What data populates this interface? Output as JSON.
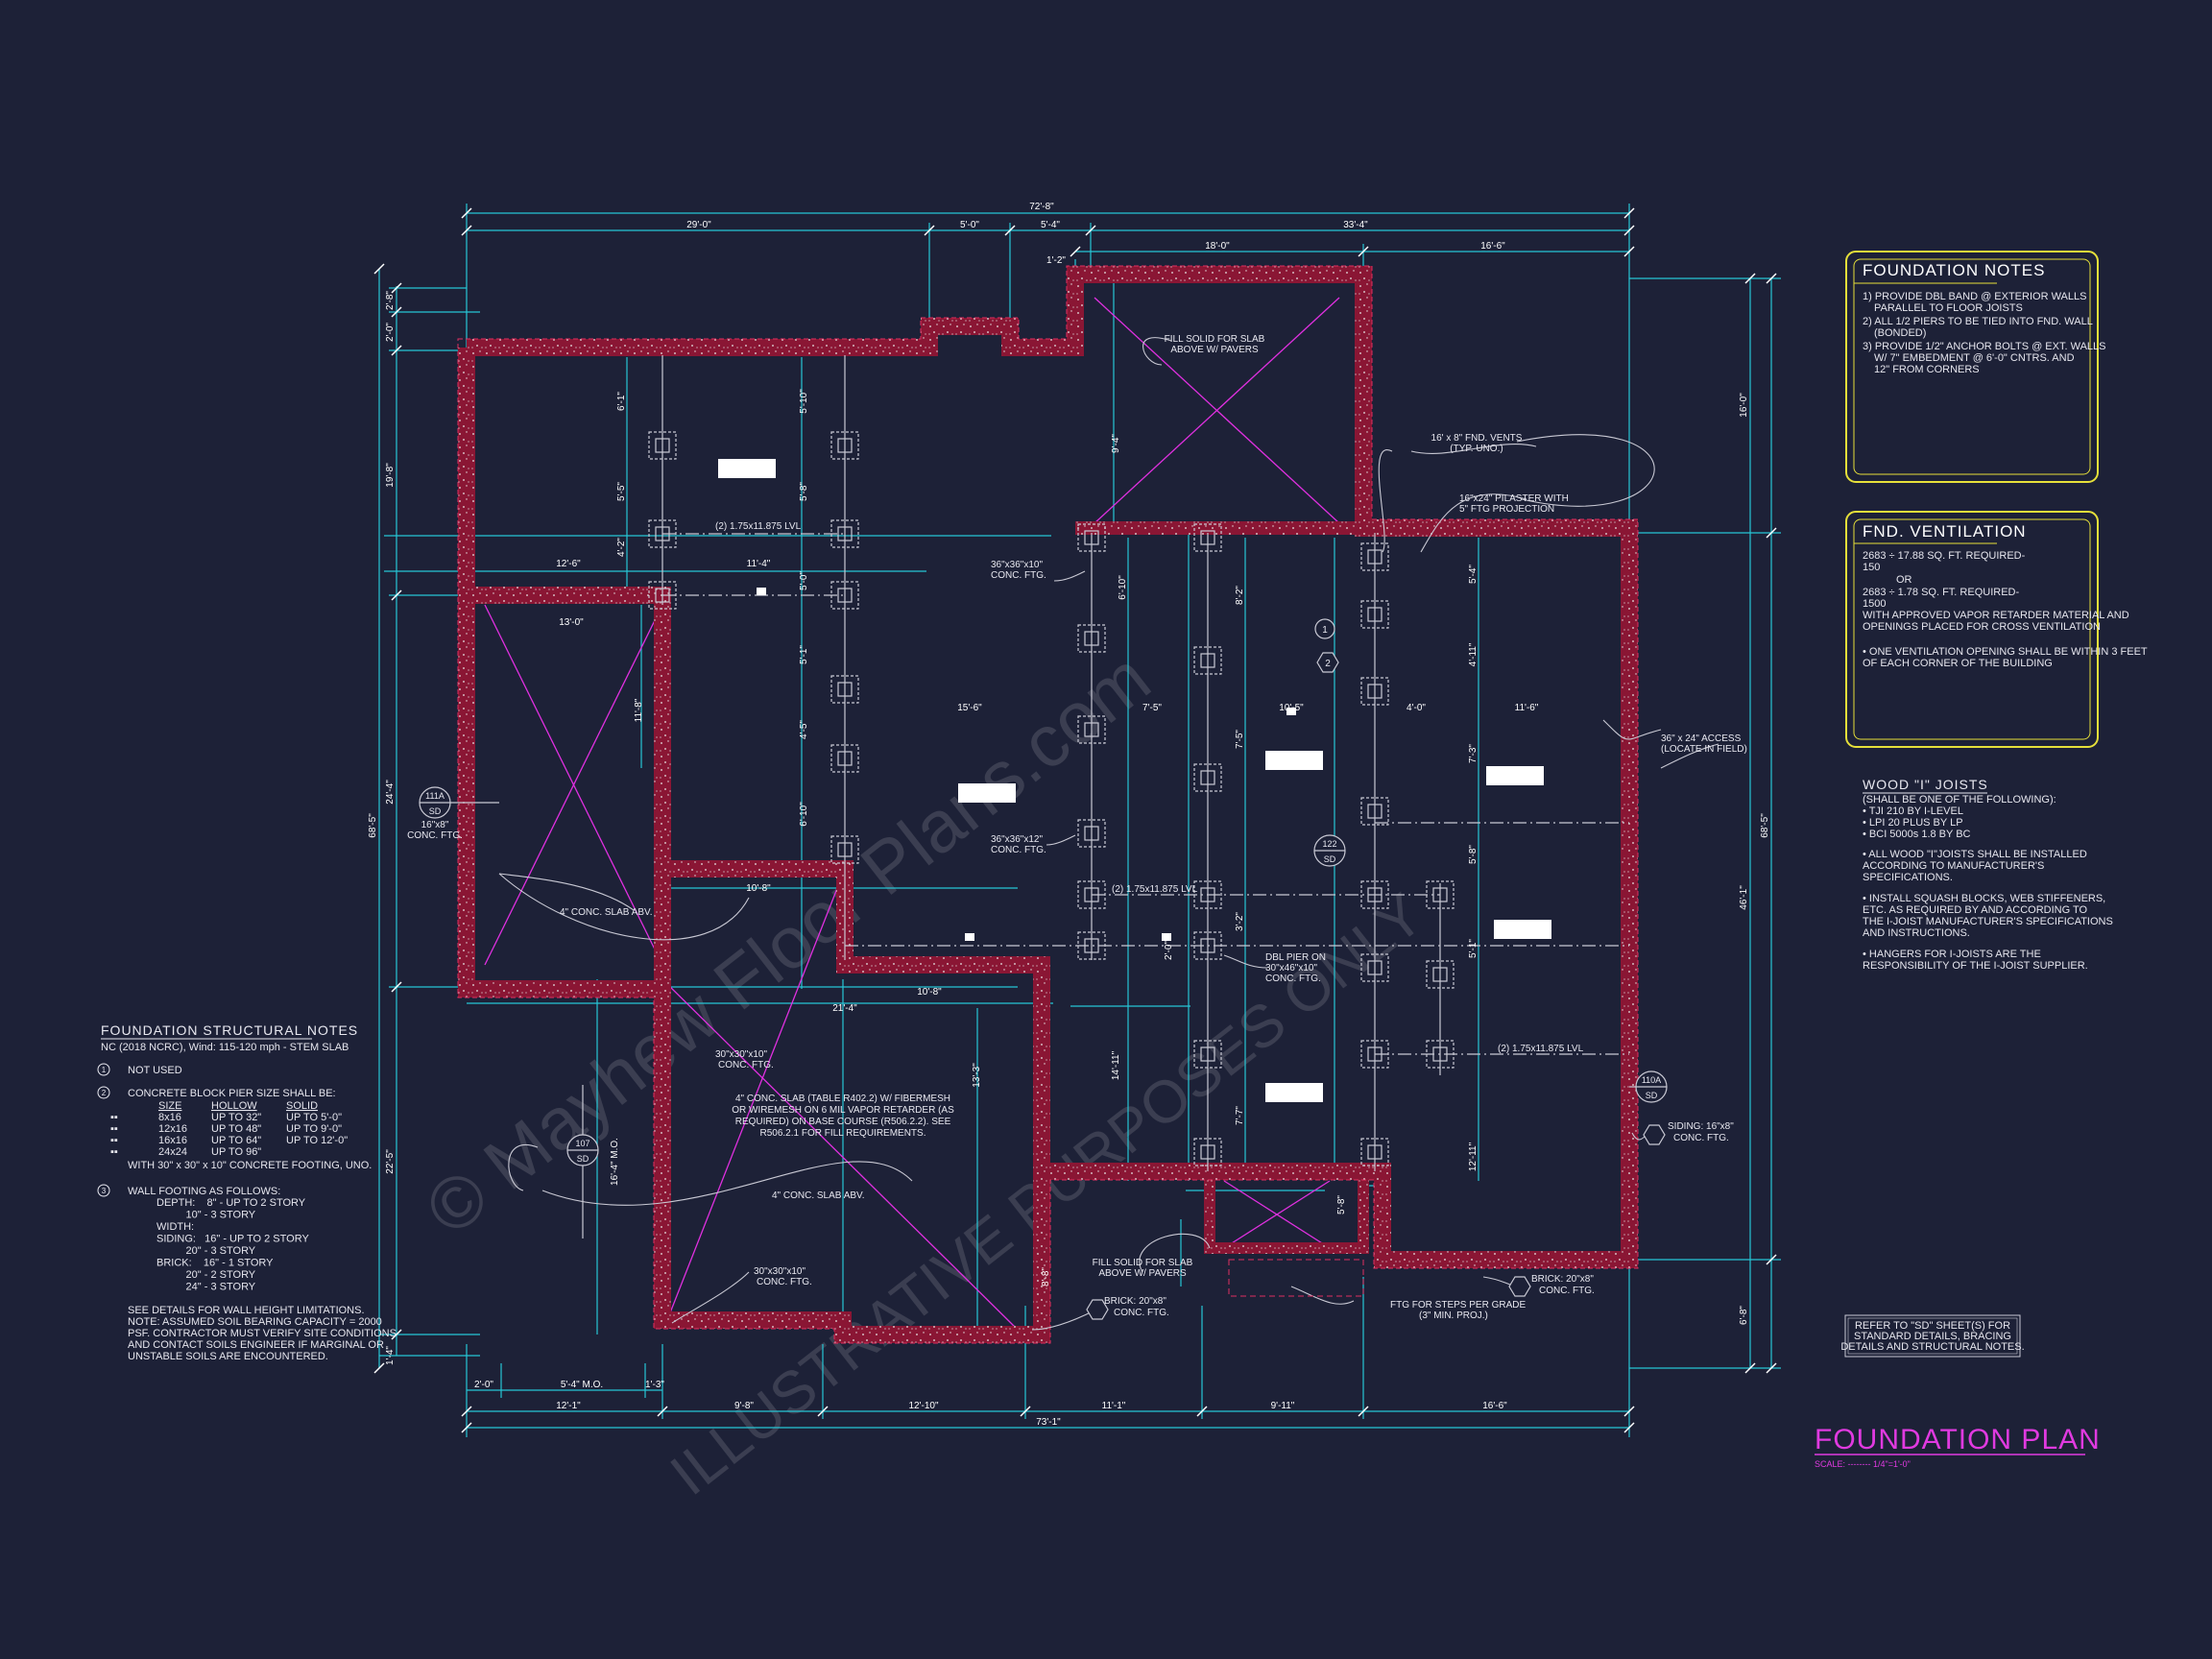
{
  "title": {
    "main": "FOUNDATION PLAN",
    "scale": "SCALE: -------- 1/4\"=1'-0\""
  },
  "watermark": [
    "© Mayhew Floor Plans.com",
    "ILLUSTRATIVE PURPOSES ONLY"
  ],
  "top_dims": {
    "overall": "72'-8\"",
    "row1": [
      "29'-0\"",
      "5'-0\"",
      "5'-4\"",
      "33'-4\""
    ],
    "row2": [
      "18'-0\"",
      "16'-6\""
    ],
    "small": "1'-2\""
  },
  "bottom_dims": {
    "overall": "73'-1\"",
    "row1": [
      "12'-1\"",
      "9'-8\"",
      "12'-10\"",
      "11'-1\"",
      "9'-11\"",
      "16'-6\""
    ],
    "row2": [
      "2'-0\"",
      "5'-4\" M.O.",
      "1'-3\""
    ]
  },
  "left_dims": {
    "overall": "68'-5\"",
    "segs": [
      "2'-8\"",
      "2'-0\"",
      "19'-8\"",
      "24'-4\"",
      "22'-5\"",
      "1'-4\""
    ]
  },
  "right_dims": {
    "overall": "68'-5\"",
    "segs": [
      "16'-0\"",
      "46'-1\"",
      "6'-8\""
    ]
  },
  "interior_dims": [
    "6'-1\"",
    "5'-5\"",
    "4'-2\"",
    "12'-6\"",
    "11'-4\"",
    "5'-10\"",
    "5'-8\"",
    "5'-0\"",
    "5'-1\"",
    "4'-5\"",
    "6'-10\"",
    "15'-6\"",
    "7'-5\"",
    "10'-5\"",
    "4'-0\"",
    "11'-6\"",
    "13'-0\"",
    "11'-8\"",
    "10'-8\"",
    "10'-8\"",
    "21'-4\"",
    "13'-3\"",
    "14'-11\"",
    "8'-2\"",
    "7'-5\"",
    "6'-10\"",
    "5'-4\"",
    "4'-11\"",
    "7'-3\"",
    "5'-8\"",
    "5'-1\"",
    "12'-11\"",
    "7'-7\"",
    "9'-4\"",
    "5'-8\"",
    "16'-4\" M.O.",
    "8'-8\"",
    "2'-0\"",
    "3'-2\""
  ],
  "callouts": {
    "fill_solid_top": [
      "FILL SOLID FOR SLAB",
      "ABOVE W/ PAVERS"
    ],
    "fnd_vents": [
      "16' x 8\" FND. VENTS",
      "(TYP. UNO.)"
    ],
    "pilaster": [
      "16\"x24\" PILASTER WITH",
      "5\" FTG PROJECTION"
    ],
    "lvl_top": "(2) 1.75x11.875 LVL",
    "ftg_36x36x10": [
      "36\"x36\"x10\"",
      "CONC. FTG."
    ],
    "ftg_36x36x12": [
      "36\"x36\"x12\"",
      "CONC. FTG."
    ],
    "lvl_mid": "(2) 1.75x11.875 LVL",
    "lvl_right": "(2) 1.75x11.875 LVL",
    "dbl_pier": [
      "DBL PIER ON",
      "30\"x46\"x10\"",
      "CONC. FTG."
    ],
    "access": [
      "36\" x 24\" ACCESS",
      "(LOCATE IN FIELD)"
    ],
    "ftg_16x8": [
      "16\"x8\"",
      "CONC. FTG."
    ],
    "slab_abv_left": "4\" CONC. SLAB ABV.",
    "ftg_30x30x10_a": [
      "30\"x30\"x10\"",
      "CONC. FTG."
    ],
    "slab_note": [
      "4\" CONC. SLAB (TABLE R402.2) W/ FIBERMESH",
      "OR WIREMESH ON 6 MIL VAPOR RETARDER (AS",
      "REQUIRED) ON BASE COURSE (R506.2.2). SEE",
      "R506.2.1 FOR FILL REQUIREMENTS."
    ],
    "slab_abv_mid": "4\" CONC. SLAB ABV.",
    "ftg_30x30x10_b": [
      "30\"x30\"x10\"",
      "CONC. FTG."
    ],
    "fill_solid_bottom": [
      "FILL SOLID FOR SLAB",
      "ABOVE W/ PAVERS"
    ],
    "brick_left": [
      "BRICK: 20\"x8\"",
      "CONC. FTG."
    ],
    "brick_right": [
      "BRICK: 20\"x8\"",
      "CONC. FTG."
    ],
    "steps": [
      "FTG FOR STEPS PER GRADE",
      "(3\" MIN. PROJ.)"
    ],
    "siding": [
      "SIDING: 16\"x8\"",
      "CONC. FTG."
    ]
  },
  "detail_tags": [
    {
      "num": "111A",
      "sheet": "SD"
    },
    {
      "num": "122",
      "sheet": "SD"
    },
    {
      "num": "110A",
      "sheet": "SD"
    },
    {
      "num": "107",
      "sheet": "SD"
    }
  ],
  "keynote_tags": [
    "1",
    "2",
    "3"
  ],
  "foundation_notes": {
    "title": "FOUNDATION NOTES",
    "lines": [
      "1) PROVIDE DBL BAND @ EXTERIOR WALLS",
      "   PARALLEL TO FLOOR JOISTS",
      "2) ALL 1/2 PIERS TO BE TIED INTO FND. WALL",
      "   (BONDED)",
      "3) PROVIDE 1/2\" ANCHOR BOLTS @ EXT. WALLS",
      "   W/ 7\" EMBEDMENT @ 6'-0\" CNTRS. AND",
      "   12\" FROM CORNERS"
    ]
  },
  "fnd_ventilation": {
    "title": "FND. VENTILATION",
    "lines": [
      "2683 ÷ 17.88 SQ. FT. REQUIRED-",
      "150",
      "OR",
      "2683 ÷ 1.78 SQ. FT. REQUIRED-",
      "1500",
      "WITH APPROVED VAPOR RETARDER MATERIAL AND",
      "OPENINGS PLACED FOR CROSS VENTILATION",
      "",
      "• ONE VENTILATION OPENING SHALL BE WITHIN 3 FEET",
      "  OF EACH CORNER OF THE BUILDING"
    ]
  },
  "wood_joists": {
    "title": "WOOD \"I\" JOISTS",
    "lines": [
      "(SHALL BE ONE OF THE FOLLOWING):",
      "•  TJI 210 BY I-LEVEL",
      "•  LPI 20 PLUS BY LP",
      "•  BCI 5000s 1.8 BY BC",
      "",
      "•  ALL WOOD \"I\"JOISTS SHALL BE INSTALLED",
      "   ACCORDING TO MANUFACTURER'S",
      "   SPECIFICATIONS.",
      "",
      "•  INSTALL SQUASH BLOCKS, WEB STIFFENERS,",
      "   ETC. AS REQUIRED BY AND ACCORDING TO",
      "   THE I-JOIST MANUFACTURER'S SPECIFICATIONS",
      "   AND INSTRUCTIONS.",
      "",
      "•  HANGERS FOR I-JOISTS ARE THE",
      "   RESPONSIBILITY OF THE I-JOIST SUPPLIER."
    ]
  },
  "refer_note": [
    "REFER TO \"SD\" SHEET(S) FOR",
    "STANDARD DETAILS, BRACING",
    "DETAILS AND STRUCTURAL NOTES."
  ],
  "structural_notes": {
    "title": "FOUNDATION STRUCTURAL NOTES",
    "subtitle": "NC (2018 NCRC), Wind: 115-120 mph - STEM SLAB",
    "n1": "NOT USED",
    "n2": "CONCRETE BLOCK PIER SIZE SHALL BE:",
    "pier_head": [
      "SIZE",
      "HOLLOW",
      "SOLID"
    ],
    "pier_rows": [
      [
        "8x16",
        "UP TO 32\"",
        "UP TO 5'-0\""
      ],
      [
        "12x16",
        "UP TO 48\"",
        "UP TO 9'-0\""
      ],
      [
        "16x16",
        "UP TO 64\"",
        "UP TO 12'-0\""
      ],
      [
        "24x24",
        "UP TO 96\"",
        ""
      ]
    ],
    "pier_foot": "WITH 30\" x 30\" x 10\" CONCRETE FOOTING, UNO.",
    "n3": "WALL FOOTING AS FOLLOWS:",
    "wall_lines": [
      "DEPTH:    8\" - UP TO 2 STORY",
      "          10\" - 3 STORY",
      "WIDTH:",
      "SIDING:   16\" - UP TO 2 STORY",
      "          20\" - 3 STORY",
      "BRICK:    16\" - 1 STORY",
      "          20\" - 2 STORY",
      "          24\" - 3 STORY"
    ],
    "final": [
      "SEE DETAILS FOR WALL HEIGHT LIMITATIONS.",
      "NOTE: ASSUMED SOIL BEARING CAPACITY = 2000",
      "PSF. CONTRACTOR MUST VERIFY SITE CONDITIONS",
      "AND CONTACT SOILS ENGINEER IF MARGINAL OR",
      "UNSTABLE SOILS ARE ENCOUNTERED."
    ]
  },
  "colors": {
    "background": "#1d2137",
    "dimension": "#27c6d6",
    "wall_red": "#a0193a",
    "wall_edge": "#e03060",
    "magenta": "#e030e0",
    "gray": "#c9c9d4",
    "note_box": "#e6e03a",
    "title": "#e03ae0"
  }
}
